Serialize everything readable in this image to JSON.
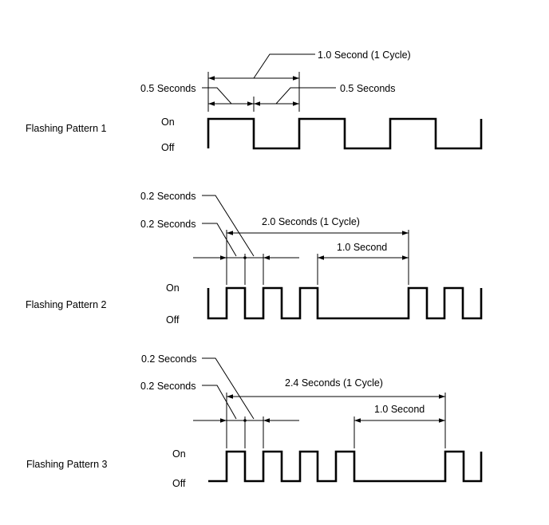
{
  "patterns": [
    {
      "title": "Flashing Pattern 1",
      "on_label": "On",
      "off_label": "Off",
      "annotations": {
        "cycle": "1.0 Second (1 Cycle)",
        "left": "0.5 Seconds",
        "right": "0.5 Seconds"
      }
    },
    {
      "title": "Flashing Pattern 2",
      "on_label": "On",
      "off_label": "Off",
      "annotations": {
        "pulse_a": "0.2 Seconds",
        "pulse_b": "0.2 Seconds",
        "cycle": "2.0 Seconds (1 Cycle)",
        "gap": "1.0 Second"
      }
    },
    {
      "title": "Flashing Pattern 3",
      "on_label": "On",
      "off_label": "Off",
      "annotations": {
        "pulse_a": "0.2 Seconds",
        "pulse_b": "0.2 Seconds",
        "cycle": "2.4 Seconds (1 Cycle)",
        "gap": "1.0 Second"
      }
    }
  ]
}
